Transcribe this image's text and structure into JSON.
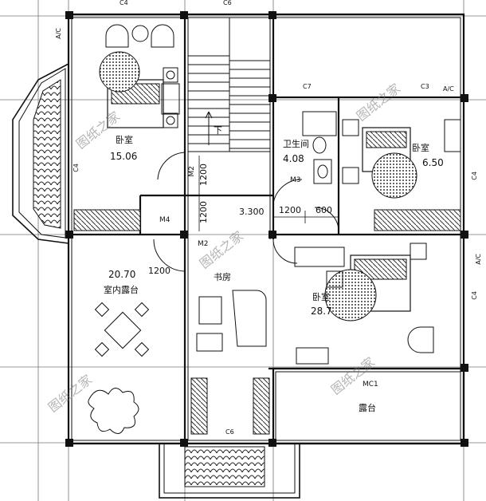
{
  "rooms": {
    "bedroom_left": {
      "name": "卧室",
      "area": "15.06"
    },
    "bathroom": {
      "name": "卫生间",
      "area": "4.08"
    },
    "bedroom_right": {
      "name": "卧室",
      "area": "6.50"
    },
    "terrace": {
      "area": "20.70",
      "name": "室内露台"
    },
    "study": {
      "name": "书房"
    },
    "bedroom_main": {
      "name": "卧室",
      "area": "28.7"
    },
    "balcony": {
      "name": "露台"
    }
  },
  "stairs": {
    "label": "下"
  },
  "dimensions": {
    "d1200_a": "1200",
    "d1200_b": "1200",
    "d1200_c": "1200",
    "d1200_d": "1200",
    "d600": "600",
    "elev": "3.300"
  },
  "openings": {
    "c4_top": "C4",
    "c6_top": "C6",
    "c7": "C7",
    "c4_left": "C4",
    "c4_right_a": "C4",
    "c4_right_b": "C4",
    "c6_bottom": "C6",
    "m2_upper": "M2",
    "m2_lower": "M2",
    "m3": "M3",
    "m4": "M4",
    "mc1": "MC1",
    "c3": "C3"
  },
  "ac": {
    "left": "A/C",
    "right_top": "A/C",
    "right_mid": "A/C"
  },
  "watermark": "图纸之家"
}
